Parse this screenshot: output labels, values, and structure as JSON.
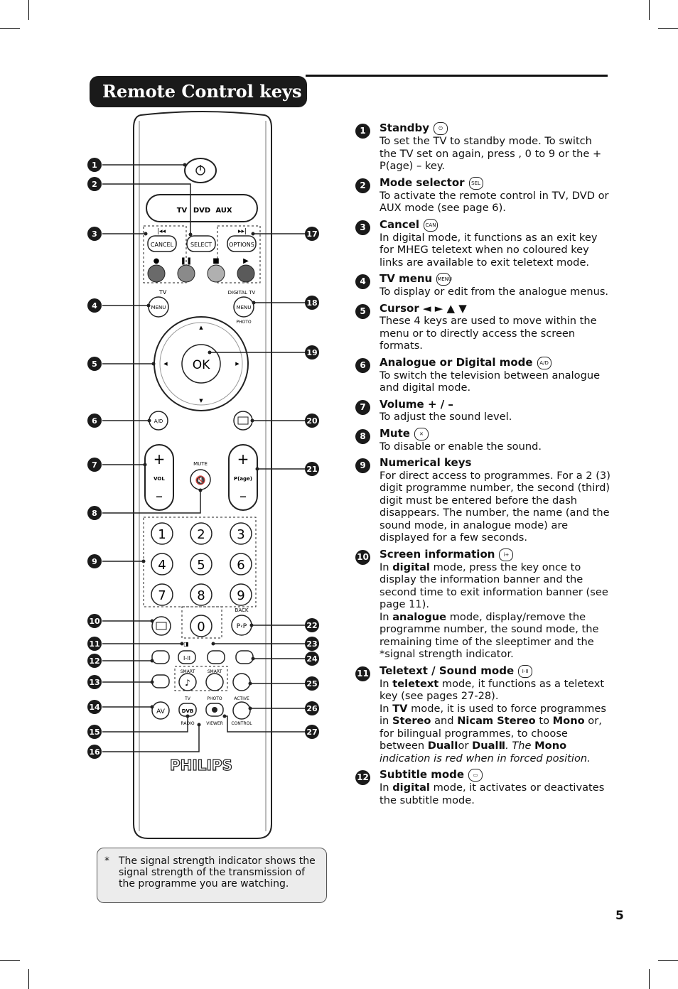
{
  "header": {
    "title": "Remote Control keys"
  },
  "page": {
    "number": "5"
  },
  "note": {
    "star": "*",
    "text": "The signal strength indicator shows the signal strength of the transmission of the programme you are watching."
  },
  "remote": {
    "mode_labels": [
      "TV",
      "DVD",
      "AUX"
    ],
    "cancel": "CANCEL",
    "select": "SELECT",
    "options": "OPTIONS",
    "tv_label": "TV",
    "menu": "MENU",
    "digital_tv": "DIGITAL TV",
    "photo": "PHOTO",
    "ok": "OK",
    "ad": "A/D",
    "mute": "MUTE",
    "vol": "VOL",
    "page": "P(age)",
    "digits": [
      "1",
      "2",
      "3",
      "4",
      "5",
      "6",
      "7",
      "8",
      "9",
      "0"
    ],
    "back": "BACK",
    "pp": "P‹P",
    "smart1": "SMART",
    "smart2": "SMART",
    "tv2": "TV",
    "photo2": "PHOTO",
    "active": "ACTIVE",
    "av": "AV",
    "dvb": "DVB",
    "radio": "RADIO",
    "viewer": "VIEWER",
    "control": "CONTROL",
    "brand": "PHILIPS",
    "callouts": [
      "1",
      "2",
      "3",
      "4",
      "5",
      "6",
      "7",
      "8",
      "9",
      "10",
      "11",
      "12",
      "13",
      "14",
      "15",
      "16",
      "17",
      "18",
      "19",
      "20",
      "21",
      "22",
      "23",
      "24",
      "25",
      "26",
      "27"
    ]
  },
  "items": [
    {
      "n": "1",
      "title": "Standby",
      "body": "To set the TV to standby mode. To switch the TV set on again, press , 0 to 9 or the + P(age) – key."
    },
    {
      "n": "2",
      "title": "Mode selector",
      "body": "To activate the remote control in TV, DVD or AUX mode (see page 6)."
    },
    {
      "n": "3",
      "title": "Cancel",
      "body": "In digital mode, it functions as an exit key for MHEG teletext when no coloured key links are available to exit teletext mode."
    },
    {
      "n": "4",
      "title": "TV menu",
      "body": "To display or edit from the analogue menus."
    },
    {
      "n": "5",
      "title": "Cursor ◄ ► ▲ ▼",
      "body": "These 4 keys are used to move within the menu or to directly access the screen formats."
    },
    {
      "n": "6",
      "title": "Analogue or Digital mode",
      "body": "To switch the television between analogue and digital mode."
    },
    {
      "n": "7",
      "title": "Volume + / –",
      "body": "To adjust the sound level."
    },
    {
      "n": "8",
      "title": "Mute",
      "body": "To disable or enable the sound."
    },
    {
      "n": "9",
      "title": "Numerical keys",
      "body": "For direct access to programmes. For a 2 (3) digit programme number, the second (third) digit must be entered before the dash disappears. The number, the name (and the sound mode, in analogue mode) are displayed for a few seconds."
    },
    {
      "n": "10",
      "title": "Screen information",
      "p1a": "In ",
      "p1b": "digital",
      "p1c": " mode, press the key once to display the information banner and the second time to exit information banner (see page 11).",
      "p2a": "In ",
      "p2b": "analogue",
      "p2c": " mode, display/remove the programme number, the sound mode, the remaining time of the sleeptimer and the *signal strength indicator."
    },
    {
      "n": "11",
      "title": "Teletext / Sound mode",
      "p1a": "In ",
      "p1b": "teletext",
      "p1c": " mode, it functions as a teletext key (see pages 27-28).",
      "p2a": "In ",
      "p2b": "TV",
      "p2c": " mode, it is used to force programmes in ",
      "p2d": "Stereo",
      "p2e": " and ",
      "p2f": "Nicam Stereo",
      "p2g": " to ",
      "p2h": "Mono",
      "p2i": " or, for bilingual programmes, to choose between ",
      "p2j": "DualⅠ",
      "p2k": "or ",
      "p2l": "DualⅡ",
      "p2m": ". The ",
      "p2n": "Mono",
      "p2o": " indication is red when in forced position."
    },
    {
      "n": "12",
      "title": "Subtitle mode",
      "p1a": "In ",
      "p1b": "digital",
      "p1c": " mode, it activates or deactivates the subtitle mode."
    }
  ]
}
